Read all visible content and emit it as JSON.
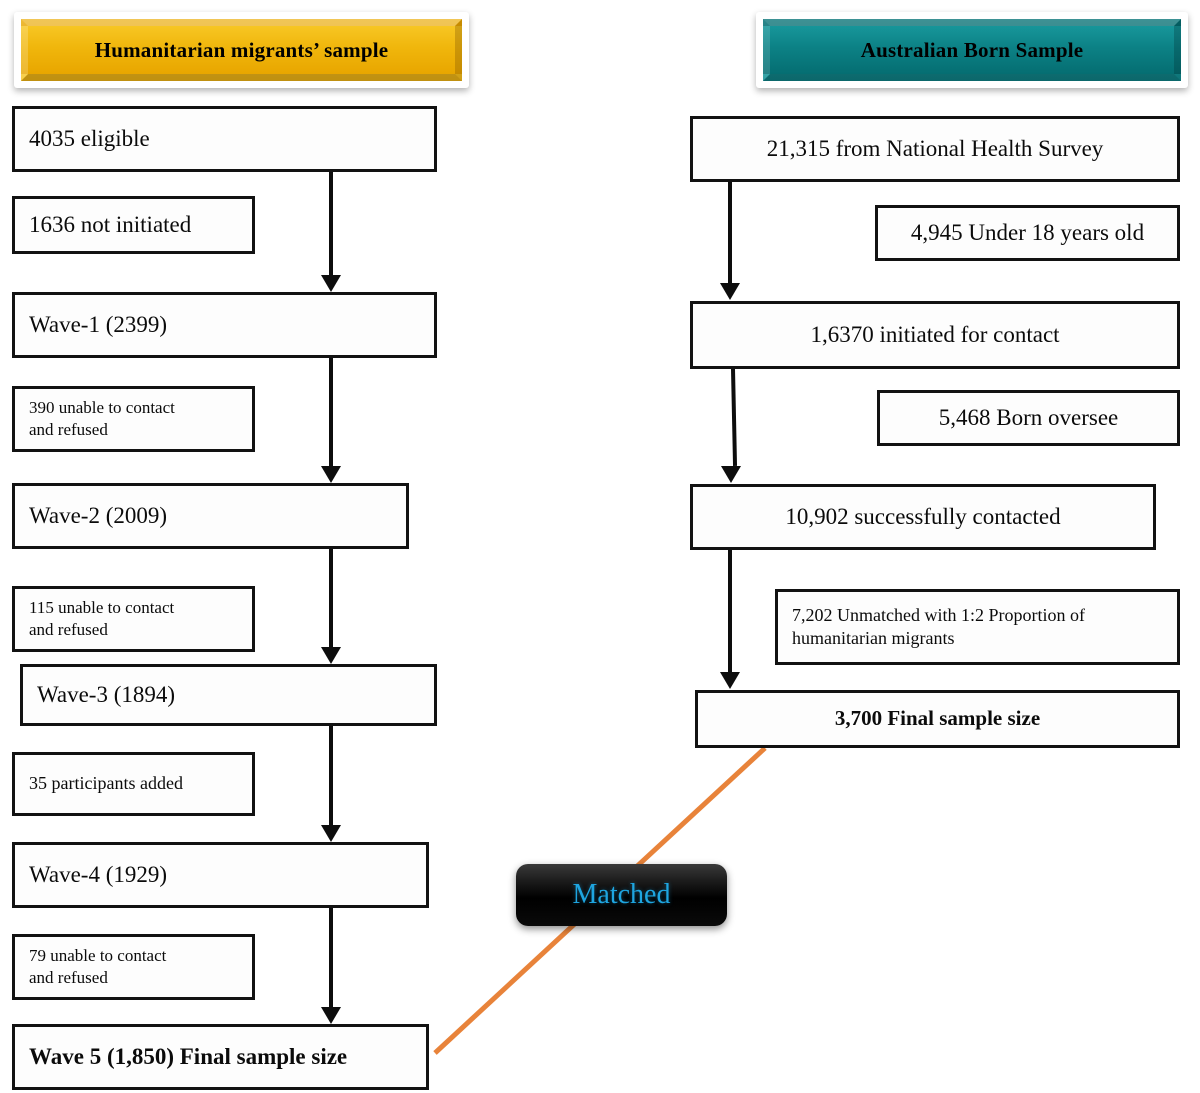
{
  "figure": {
    "type": "flowchart",
    "description": "Participant flow diagram comparing a humanitarian migrants' sample with an Australian born sample"
  },
  "colors": {
    "gold_banner": "#f0b60c",
    "teal_banner": "#0c8185",
    "box_border": "#121212",
    "matched_text": "#1ea5e0",
    "matched_background": "#000000",
    "link_line": "#e8833a"
  },
  "left_column": {
    "header": "Humanitarian migrants’ sample",
    "nodes": [
      {
        "id": "l1",
        "text": "4035 eligible",
        "kind": "main",
        "bold": false
      },
      {
        "id": "l2",
        "text": "1636 not initiated",
        "kind": "side",
        "bold": false
      },
      {
        "id": "l3",
        "text": "Wave-1 (2399)",
        "kind": "main",
        "bold": false
      },
      {
        "id": "l4",
        "text": "390 unable to contact\nand refused",
        "kind": "side",
        "bold": false
      },
      {
        "id": "l5",
        "text": "Wave-2 (2009)",
        "kind": "main",
        "bold": false
      },
      {
        "id": "l6",
        "text": "115 unable to contact\nand refused",
        "kind": "side",
        "bold": false
      },
      {
        "id": "l7",
        "text": "Wave-3 (1894)",
        "kind": "main",
        "bold": false
      },
      {
        "id": "l8",
        "text": "35 participants added",
        "kind": "side",
        "bold": false
      },
      {
        "id": "l9",
        "text": "Wave-4 (1929)",
        "kind": "main",
        "bold": false
      },
      {
        "id": "l10",
        "text": "79 unable to contact\nand refused",
        "kind": "side",
        "bold": false
      },
      {
        "id": "l11",
        "text": "Wave 5 (1,850) Final sample size",
        "kind": "main",
        "bold": true
      }
    ]
  },
  "right_column": {
    "header": "Australian Born Sample",
    "nodes": [
      {
        "id": "r1",
        "text": "21,315 from National Health Survey",
        "kind": "main",
        "bold": false
      },
      {
        "id": "r2",
        "text": "4,945 Under 18 years old",
        "kind": "side",
        "bold": false
      },
      {
        "id": "r3",
        "text": "1,6370 initiated for contact",
        "kind": "main",
        "bold": false
      },
      {
        "id": "r4",
        "text": "5,468 Born oversee",
        "kind": "side",
        "bold": false
      },
      {
        "id": "r5",
        "text": "10,902 successfully contacted",
        "kind": "main",
        "bold": false
      },
      {
        "id": "r6",
        "text": "7,202 Unmatched with 1:2 Proportion of\nhumanitarian migrants",
        "kind": "side",
        "bold": false
      },
      {
        "id": "r7",
        "text": "3,700 Final sample size",
        "kind": "main",
        "bold": true
      }
    ]
  },
  "connector": {
    "label": "Matched",
    "from": "3,700 Final sample size",
    "to": "Wave 5 (1,850) Final sample size"
  }
}
